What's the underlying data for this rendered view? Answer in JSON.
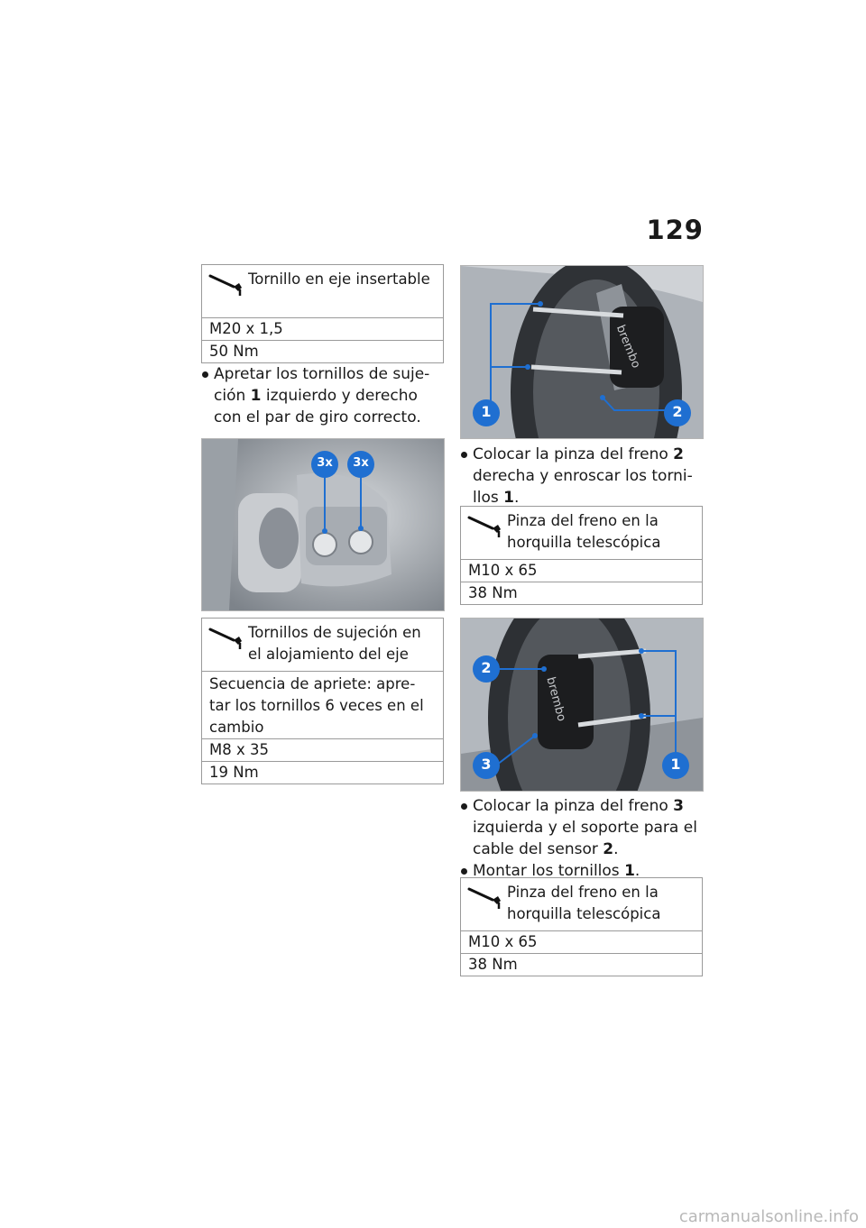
{
  "page_number": "129",
  "left_column": {
    "spec1": {
      "title": "Tornillo en eje insertable",
      "rows": [
        "M20 x 1,5",
        "50 Nm"
      ]
    },
    "bullet1": {
      "pre": "Apretar los tornillos de suje-",
      "line2_pre": "ción ",
      "ref": "1",
      "line2_post": " izquierdo y derecho",
      "line3": "con el par de giro correcto."
    },
    "figure_labels": [
      "3x",
      "3x"
    ],
    "spec2": {
      "title_line1": "Tornillos de sujeción en",
      "title_line2": "el alojamiento del eje",
      "rows": [
        "Secuencia de apriete: apre-",
        "tar los tornillos 6 veces en el",
        "cambio"
      ],
      "size": "M8 x 35",
      "torque": "19 Nm"
    }
  },
  "right_column": {
    "figure1_labels": [
      "1",
      "2"
    ],
    "figure1_brand": "brembo",
    "bullet2": {
      "line1_pre": "Colocar la pinza del freno ",
      "line1_ref": "2",
      "line2": "derecha y enroscar los torni-",
      "line3_pre": "llos ",
      "line3_ref": "1",
      "line3_post": "."
    },
    "spec3": {
      "title_line1": "Pinza del freno en la",
      "title_line2": "horquilla telescópica",
      "rows": [
        "M10 x 65",
        "38 Nm"
      ]
    },
    "figure2_labels": [
      "2",
      "3",
      "1"
    ],
    "figure2_brand": "brembo",
    "bullet3": {
      "line1_pre": "Colocar la pinza del freno ",
      "line1_ref": "3",
      "line2": "izquierda y el soporte para el",
      "line3_pre": "cable del sensor ",
      "line3_ref": "2",
      "line3_post": "."
    },
    "bullet4": {
      "pre": "Montar los tornillos ",
      "ref": "1",
      "post": "."
    },
    "spec4": {
      "title_line1": "Pinza del freno en la",
      "title_line2": "horquilla telescópica",
      "rows": [
        "M10 x 65",
        "38 Nm"
      ]
    }
  },
  "watermark": "carmanualsonline.info",
  "colors": {
    "callout": "#1f6fd1",
    "metal": "#b7bcc3"
  }
}
